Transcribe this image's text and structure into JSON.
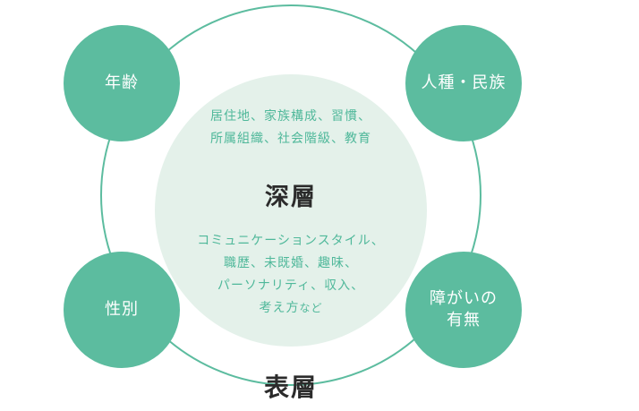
{
  "colors": {
    "node_fill": "#5cbc9f",
    "inner_fill": "#e4f1ea",
    "ring_stroke": "#5cbc9f",
    "deep_text": "#4fb89a",
    "title_text": "#2b2b2b"
  },
  "surface": {
    "title": "表層",
    "nodes": {
      "age": "年齢",
      "race_ethnicity": "人種・民族",
      "gender": "性別",
      "disability_line1": "障がいの",
      "disability_line2": "有無"
    }
  },
  "deep": {
    "title": "深層",
    "top_line1": "居住地、家族構成、習慣、",
    "top_line2": "所属組織、社会階級、教育",
    "bottom_line1": "コミュニケーションスタイル、",
    "bottom_line2": "職歴、未既婚、趣味、",
    "bottom_line3": "パーソナリティ、収入、",
    "bottom_line4_main": "考え方",
    "bottom_line4_suffix": "など"
  }
}
